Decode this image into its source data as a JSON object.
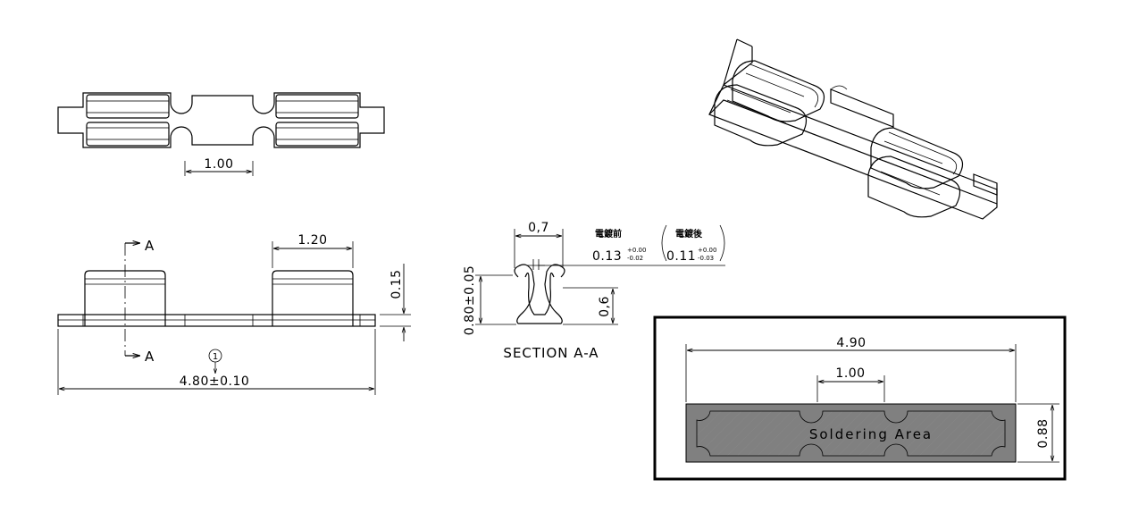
{
  "top_view": {
    "dim_center": "1.00"
  },
  "front_view": {
    "section_marker": "A",
    "dim_pad_width": "1.20",
    "dim_height": "0.15",
    "dim_overall": "4.80±0.10",
    "note_marker": "1"
  },
  "section": {
    "dim_width": "0,7",
    "dim_total_height": "0.80±0.05",
    "dim_inner_height": "0,6",
    "thickness_before_label": "電鍍前",
    "thickness_before_value": "0.13",
    "thickness_before_tol_plus": "+0.00",
    "thickness_before_tol_minus": "-0.02",
    "thickness_after_label": "電鍍後",
    "thickness_after_value": "0.11",
    "thickness_after_tol_plus": "+0.00",
    "thickness_after_tol_minus": "-0.03",
    "title": "SECTION A-A"
  },
  "solder_pad": {
    "dim_overall": "4.90",
    "dim_center": "1.00",
    "dim_height": "0.88",
    "area_label": "Soldering Area"
  },
  "colors": {
    "line": "#000000",
    "pad_fill": "#808080",
    "area_fill": "#ffffff"
  }
}
